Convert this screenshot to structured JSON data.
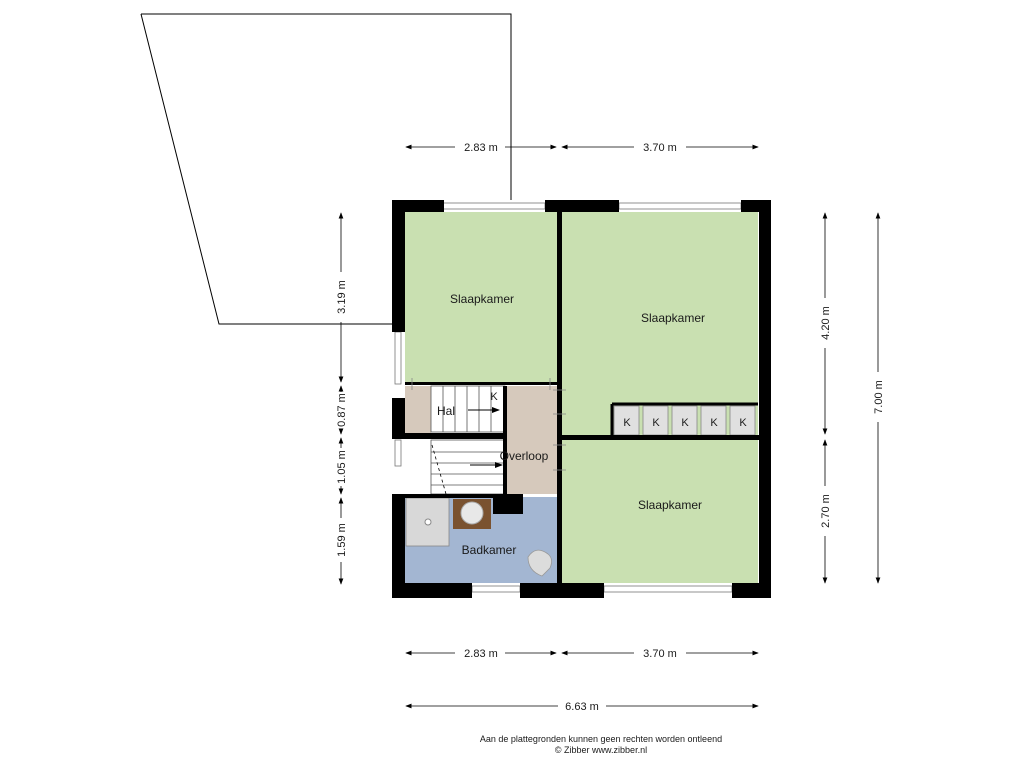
{
  "rooms": {
    "bedroom_left": "Slaapkamer",
    "bedroom_right_top": "Slaapkamer",
    "bedroom_right_bottom": "Slaapkamer",
    "hall": "Hal",
    "landing": "Overloop",
    "bathroom": "Badkamer"
  },
  "closet_label": "K",
  "dimensions": {
    "top_left": "2.83 m",
    "top_right": "3.70 m",
    "bottom_left": "2.83 m",
    "bottom_right": "3.70 m",
    "total_width": "6.63 m",
    "left_1": "3.19 m",
    "left_2": "0.87 m",
    "left_3": "1.05 m",
    "left_4": "1.59 m",
    "right_1": "4.20 m",
    "right_2": "2.70 m",
    "right_total": "7.00 m"
  },
  "footer": {
    "disclaimer": "Aan de plattegronden kunnen geen rechten worden ontleend",
    "copyright": "© Zibber www.zibber.nl"
  },
  "colors": {
    "bedroom": "#c9e0b1",
    "hall": "#d6c9bc",
    "bathroom": "#a3b6d2",
    "closet": "#e0e0e0",
    "wall": "#000000"
  }
}
